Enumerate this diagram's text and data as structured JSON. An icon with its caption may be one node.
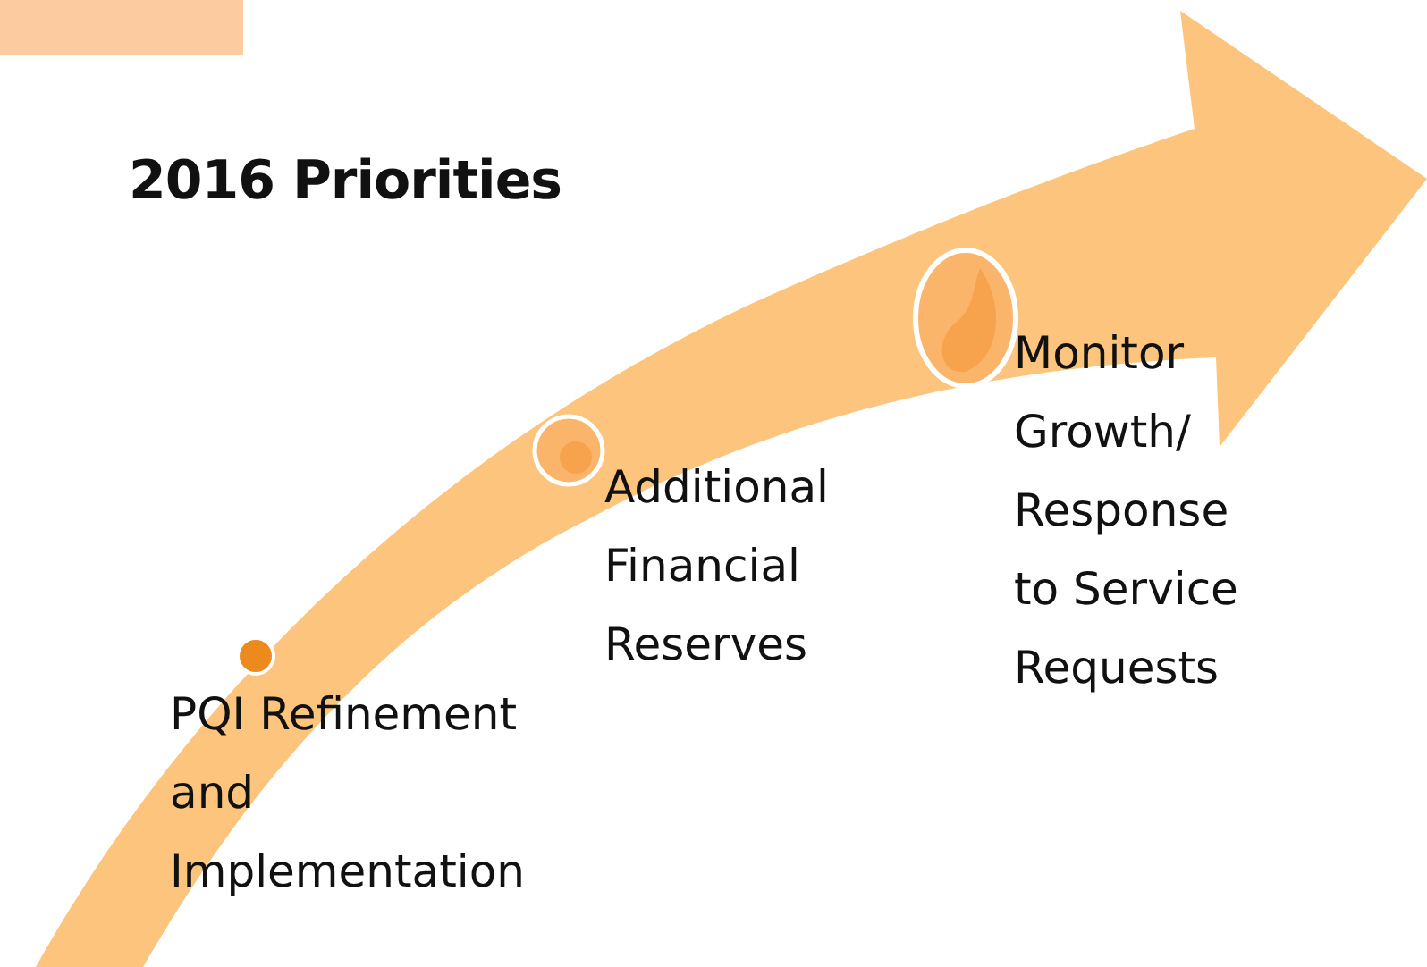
{
  "diagram": {
    "title": "2016 Priorities",
    "labels": [
      "PQI Refinement and Implementation",
      "Additional Financial Reserves",
      "Monitor Growth/ Response to Service Requests"
    ]
  }
}
